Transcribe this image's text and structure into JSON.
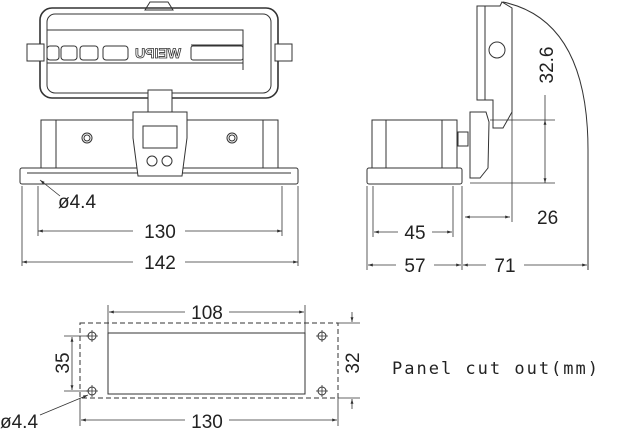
{
  "front_view": {
    "logo_text": "WEIPU",
    "hole_label": "ø4.4",
    "inner_width": "130",
    "outer_width": "142"
  },
  "side_view": {
    "height_label": "32.6",
    "offset_label": "26",
    "body_width": "45",
    "base_width": "57",
    "open_cover_reach": "71"
  },
  "panel_cutout": {
    "title": "Panel cut out(mm)",
    "cutout_width": "108",
    "hole_spacing_width": "130",
    "hole_spacing_height": "35",
    "cutout_height": "32",
    "hole_label": "ø4.4"
  }
}
